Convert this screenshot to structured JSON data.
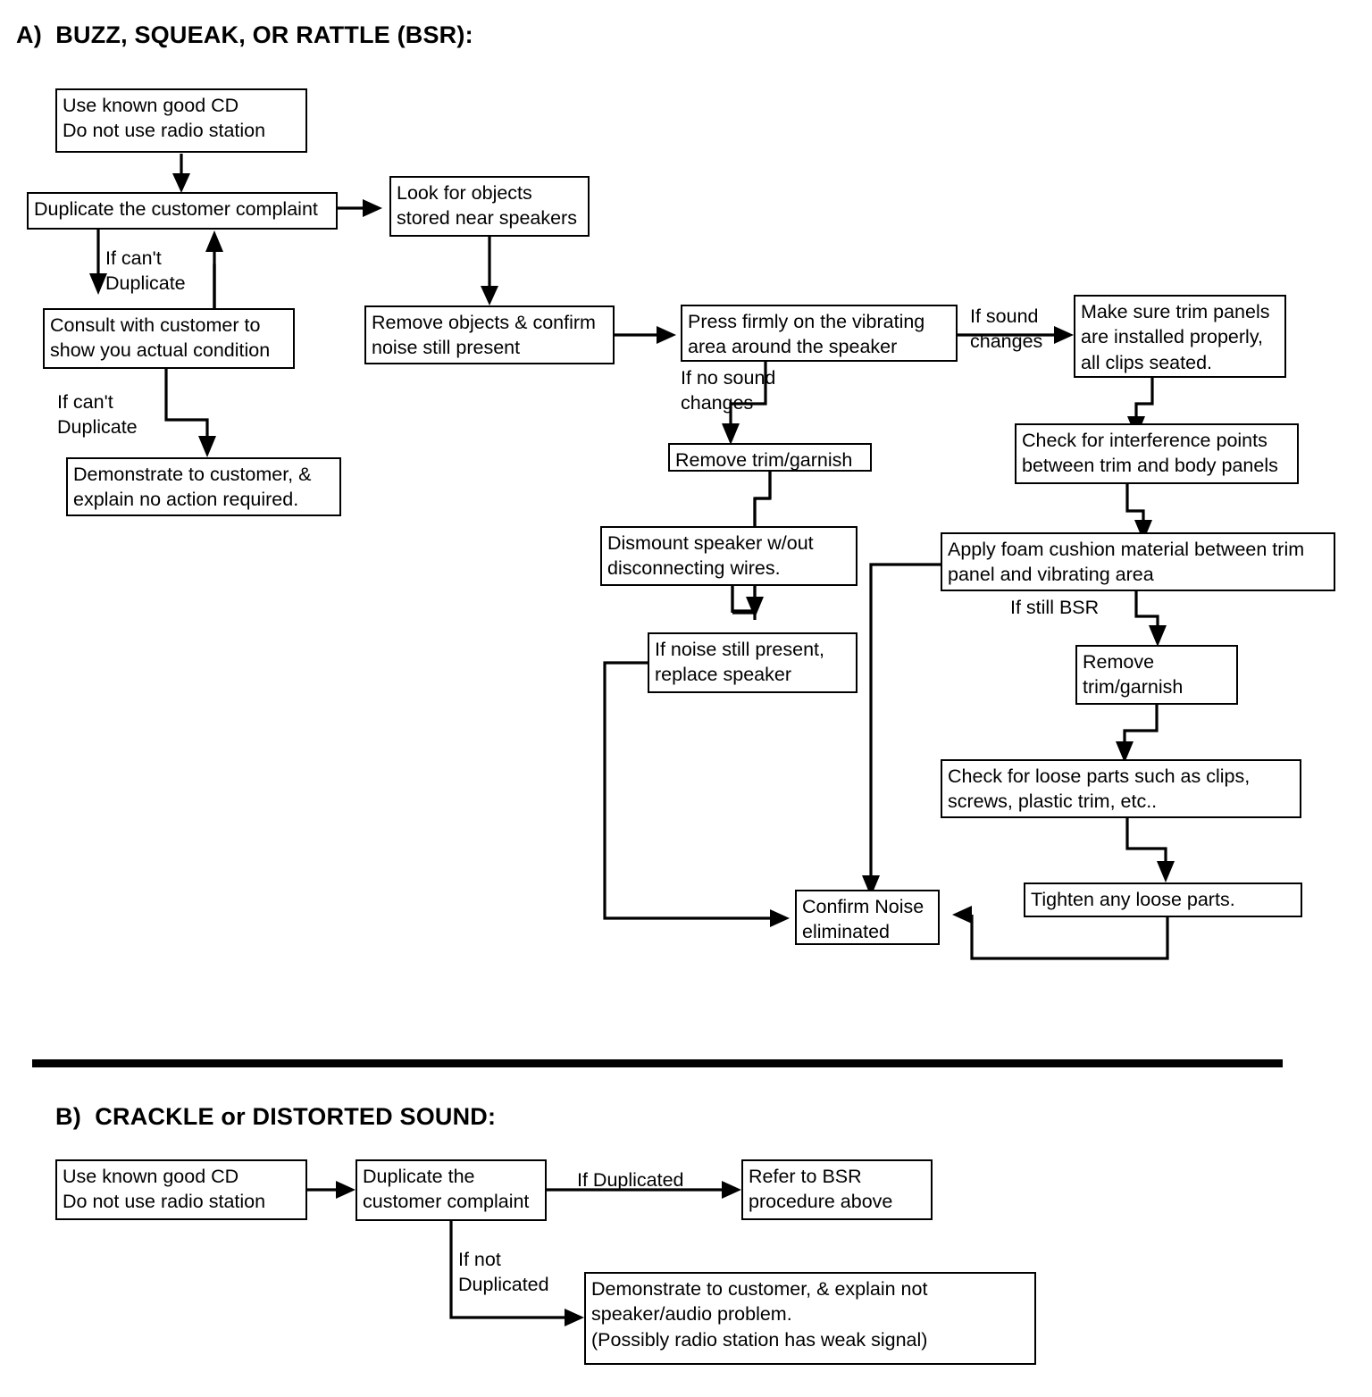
{
  "document": {
    "title_a": "A)  BUZZ, SQUEAK, OR RATTLE (BSR):",
    "title_b": "B)  CRACKLE or DISTORTED SOUND:"
  },
  "section_a": {
    "nodes": {
      "use_known_good_cd": "Use known good CD\nDo not use radio station",
      "duplicate_complaint": "Duplicate the customer complaint",
      "consult_customer": "Consult with customer to\nshow you actual condition",
      "demonstrate_no_action": "Demonstrate to customer, &\nexplain no action required.",
      "look_for_objects": "Look for objects\nstored near speakers",
      "remove_objects": "Remove objects & confirm\nnoise still present",
      "press_firmly": "Press firmly on the vibrating\narea around the speaker",
      "make_sure_trim_panels": "Make sure trim panels\nare installed properly,\nall clips seated.",
      "check_interference": "Check for interference points\nbetween trim and body panels",
      "apply_foam": "Apply foam cushion material between trim\npanel and vibrating area",
      "remove_trim_garnish_left": "Remove trim/garnish",
      "dismount_speaker": "Dismount speaker w/out\ndisconnecting wires.",
      "replace_speaker": "If noise still present,\nreplace speaker",
      "remove_trim_garnish_right": "Remove\ntrim/garnish",
      "check_loose_parts": "Check for loose parts such as clips,\nscrews, plastic trim, etc..",
      "tighten_loose_parts": "Tighten any loose parts.",
      "confirm_noise": "Confirm Noise\neliminated"
    },
    "edge_labels": {
      "if_cant_duplicate_1": "If can't\nDuplicate",
      "if_cant_duplicate_2": "If can't\nDuplicate",
      "if_sound_changes": "If sound\nchanges",
      "if_no_sound_changes": "If no sound\nchanges",
      "if_still_bsr": "If still BSR"
    }
  },
  "section_b": {
    "nodes": {
      "use_known_good_cd": "Use known good CD\nDo not use radio station",
      "duplicate_complaint": "Duplicate the\ncustomer complaint",
      "refer_to_bsr": "Refer to BSR\nprocedure above",
      "demonstrate_not_speaker": "Demonstrate to customer, & explain not\nspeaker/audio problem.\n(Possibly radio station has weak signal)"
    },
    "edge_labels": {
      "if_duplicated": "If Duplicated",
      "if_not_duplicated": "If  not\nDuplicated"
    }
  },
  "colors": {
    "ink": "#000000",
    "paper": "#ffffff"
  }
}
